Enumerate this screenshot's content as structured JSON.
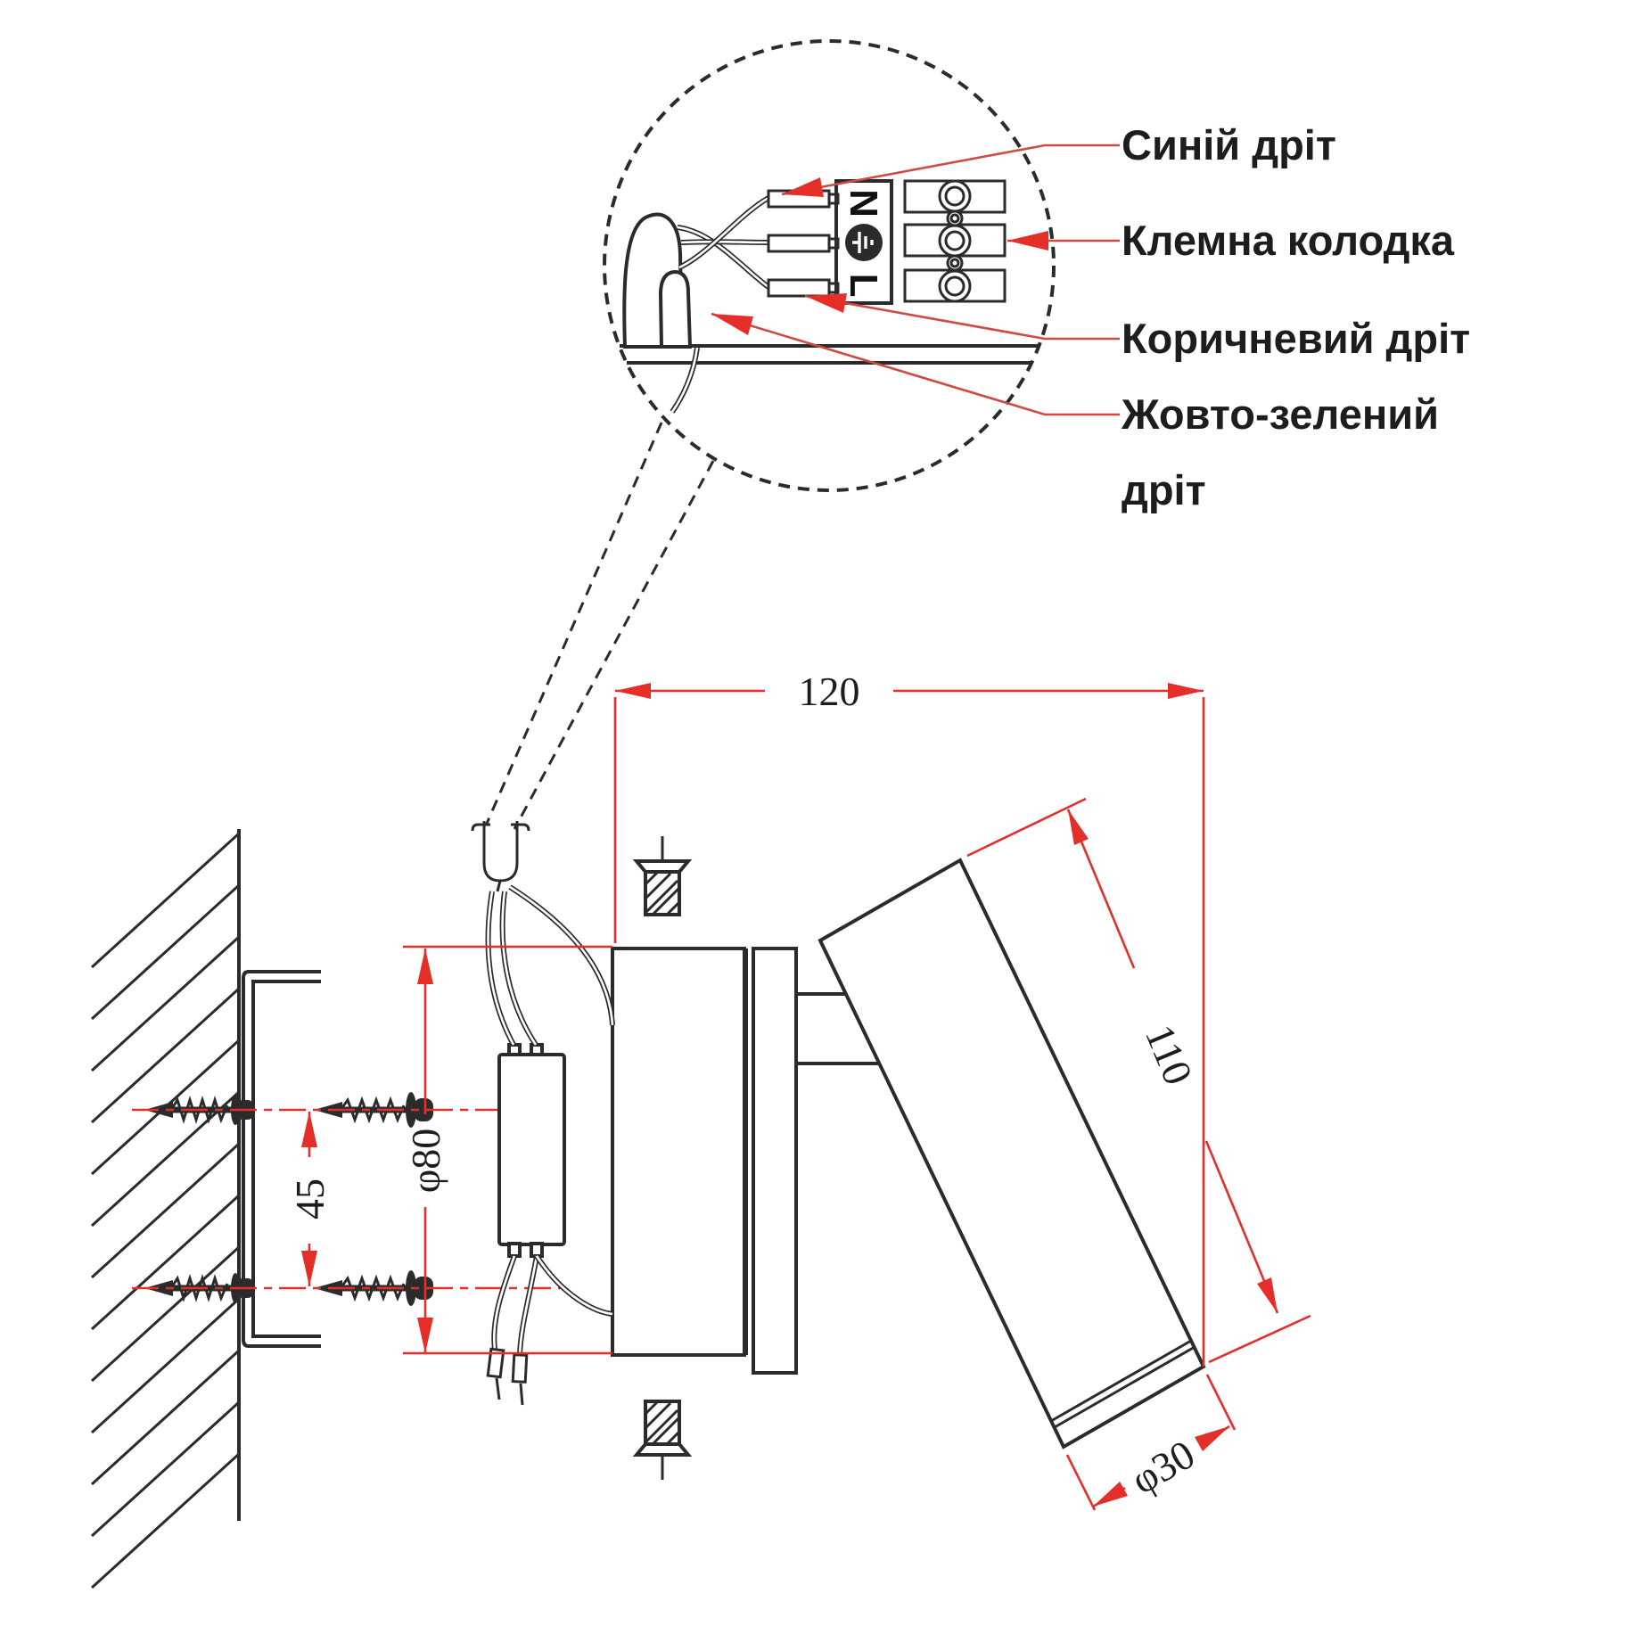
{
  "figure": {
    "type": "wall-spotlight installation / wiring diagram",
    "language": "Ukrainian"
  },
  "callout_labels": {
    "blue_wire": "Синій дріт",
    "terminal_block": "Клемна колодка",
    "brown_wire": "Коричневий дріт",
    "yellow_green_wire_line1": "Жовто-зелений",
    "yellow_green_wire_line2": "дріт"
  },
  "terminal_markings": {
    "neutral": "N",
    "live": "L",
    "earth": "earth-symbol"
  },
  "dimensions": {
    "mount_width": "120",
    "head_length": "110",
    "hole_spacing": "45",
    "base_diameter": "φ80",
    "head_diameter": "φ30"
  },
  "colors": {
    "annotation_red": "#e42f28",
    "leader_red": "#cf4a42",
    "line_black": "#2b2b2b"
  }
}
